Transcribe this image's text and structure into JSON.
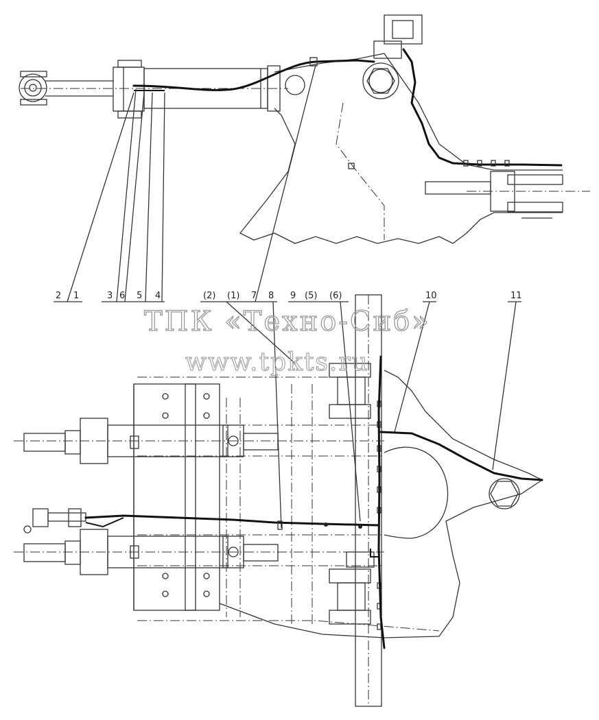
{
  "watermark": {
    "company": "ТПК «Техно-Сиб»",
    "url": "www.tpkts.ru"
  },
  "callouts": {
    "c2": "2",
    "c1": "1",
    "c3": "3",
    "c6": "6",
    "c5": "5",
    "c4": "4",
    "cp2": "(2)",
    "cp1": "(1)",
    "c7": "7",
    "c8": "8",
    "c9": "9",
    "cp5": "(5)",
    "cp6": "(6)",
    "c10": "10",
    "c11": "11"
  }
}
